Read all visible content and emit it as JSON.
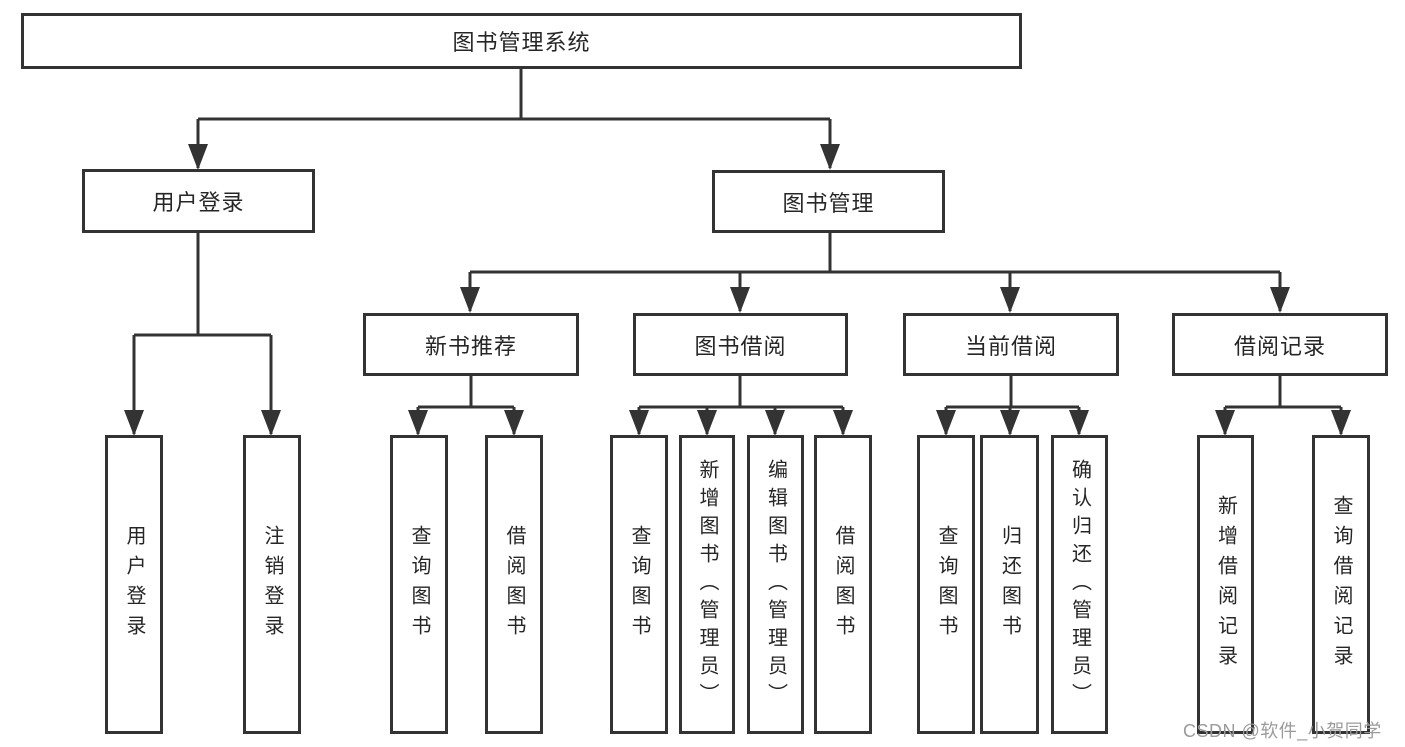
{
  "diagram_title": "图书管理系统",
  "nodes": {
    "root": {
      "label": "图书管理系统"
    },
    "level2": [
      {
        "label": "用户登录"
      },
      {
        "label": "图书管理"
      }
    ],
    "level3": [
      {
        "label": "新书推荐",
        "parent": "图书管理"
      },
      {
        "label": "图书借阅",
        "parent": "图书管理"
      },
      {
        "label": "当前借阅",
        "parent": "图书管理"
      },
      {
        "label": "借阅记录",
        "parent": "图书管理"
      }
    ],
    "leaves": [
      {
        "label": "用户登录",
        "parent": "用户登录"
      },
      {
        "label": "注销登录",
        "parent": "用户登录"
      },
      {
        "label": "查询图书",
        "parent": "新书推荐"
      },
      {
        "label": "借阅图书",
        "parent": "新书推荐"
      },
      {
        "label": "查询图书",
        "parent": "图书借阅"
      },
      {
        "label": "新增图书（管理员）",
        "parent": "图书借阅"
      },
      {
        "label": "编辑图书（管理员）",
        "parent": "图书借阅"
      },
      {
        "label": "借阅图书",
        "parent": "图书借阅"
      },
      {
        "label": "查询图书",
        "parent": "当前借阅"
      },
      {
        "label": "归还图书",
        "parent": "当前借阅"
      },
      {
        "label": "确认归还（管理员）",
        "parent": "当前借阅"
      },
      {
        "label": "新增借阅记录",
        "parent": "借阅记录"
      },
      {
        "label": "查询借阅记录",
        "parent": "借阅记录"
      }
    ]
  },
  "watermark": {
    "text": "CSDN @软件_小贺同学"
  },
  "colors": {
    "line": "#333333",
    "text": "#262626",
    "watermark": "#9b9b9b",
    "background": "#ffffff"
  }
}
